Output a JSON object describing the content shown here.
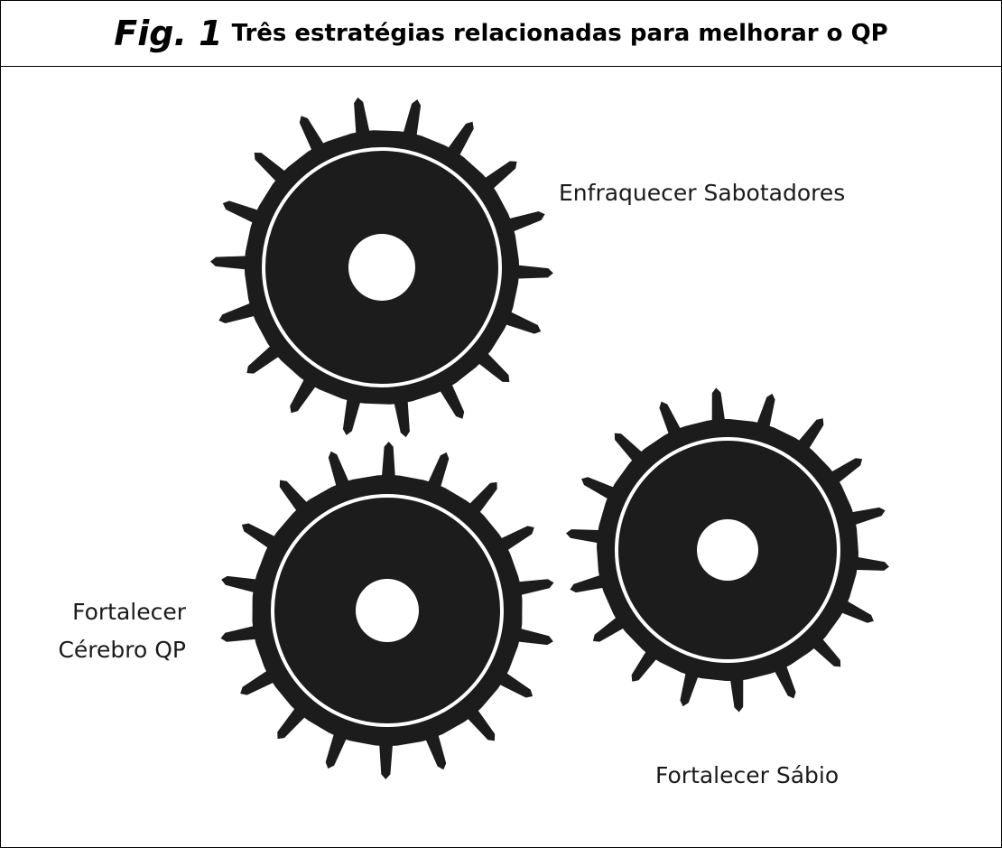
{
  "figure": {
    "label": "Fig. 1",
    "title": "Três estratégias relacionadas para melhorar o QP"
  },
  "colors": {
    "gear": "#1c1c1c",
    "ring": "#ffffff",
    "background": "#ffffff",
    "border": "#000000"
  },
  "gears": {
    "top": {
      "label": "Enfraquecer Sabotadores"
    },
    "left": {
      "label_line1": "Fortalecer",
      "label_line2": "Cérebro QP"
    },
    "right": {
      "label": "Fortalecer Sábio"
    }
  }
}
